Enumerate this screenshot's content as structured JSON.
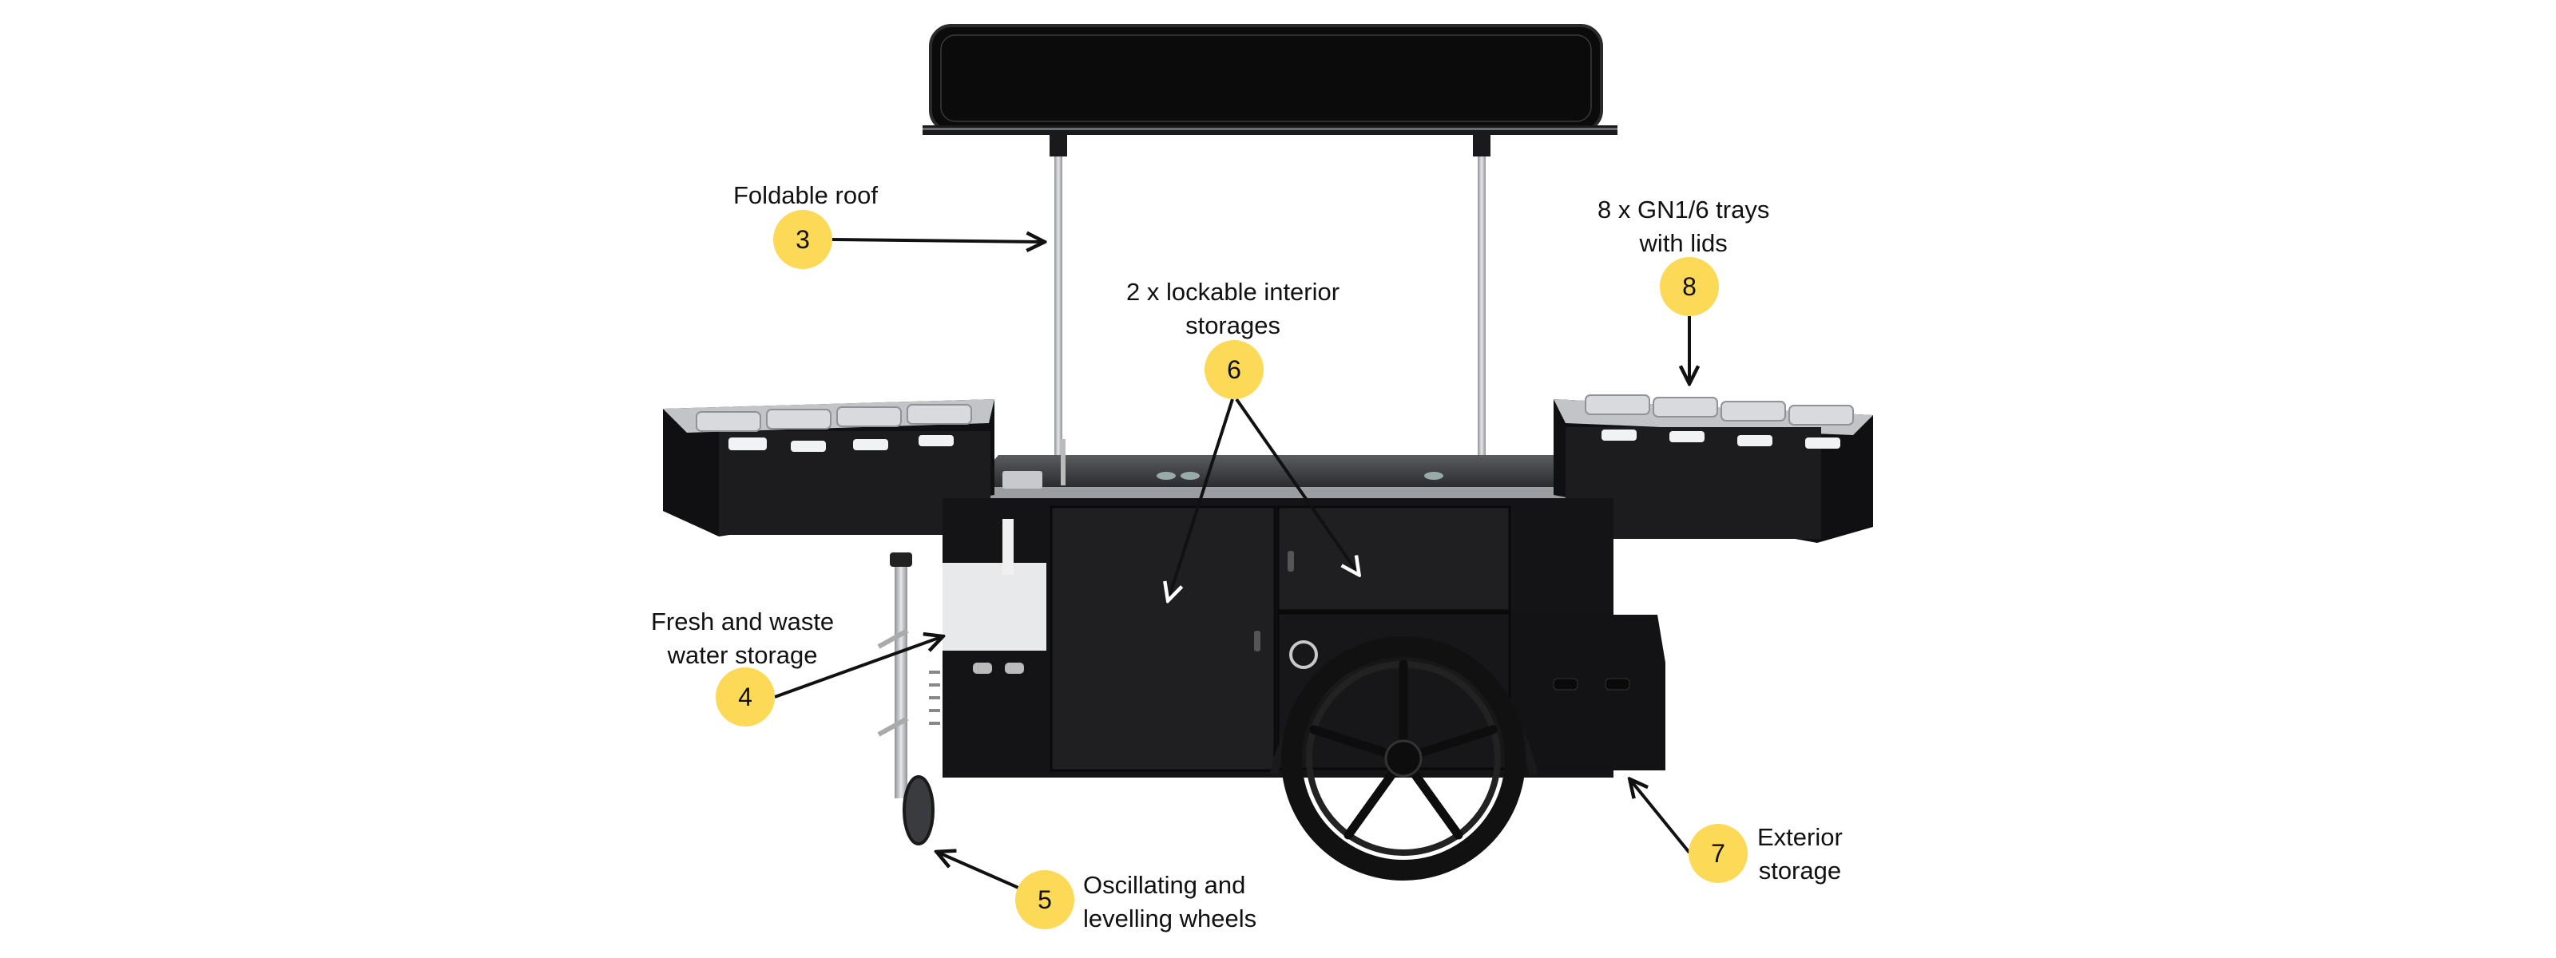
{
  "diagram": {
    "subject": "Food cart with foldable roof",
    "colors": {
      "badge": "#fcd957",
      "cart_body": "#1a1a1c",
      "steel": "#bfc2c6",
      "arrow": "#111111"
    },
    "callouts": [
      {
        "number": "3",
        "lines": [
          "Foldable roof"
        ]
      },
      {
        "number": "6",
        "lines": [
          "2 x lockable interior",
          "storages"
        ]
      },
      {
        "number": "8",
        "lines": [
          "8 x GN1/6 trays",
          "with lids"
        ]
      },
      {
        "number": "4",
        "lines": [
          "Fresh and waste",
          "water storage"
        ]
      },
      {
        "number": "5",
        "lines": [
          "Oscillating and",
          "levelling wheels"
        ]
      },
      {
        "number": "7",
        "lines": [
          "Exterior",
          "storage"
        ]
      }
    ]
  }
}
